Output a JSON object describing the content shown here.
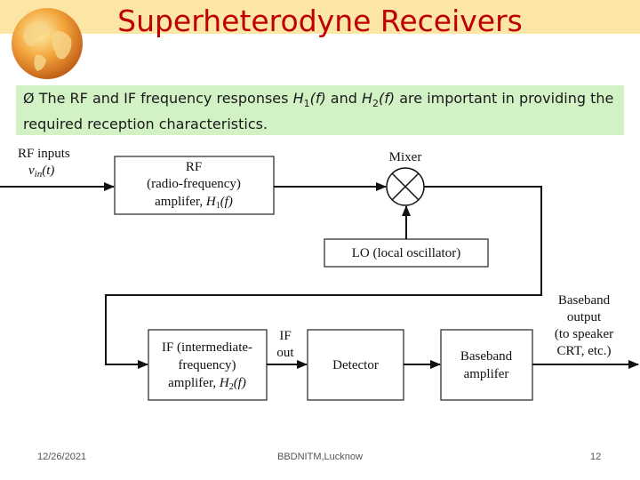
{
  "slide": {
    "title": "Superheterodyne Receivers",
    "bullet": {
      "marker": "Ø",
      "part1": "The RF and IF frequency responses ",
      "h1_main": "H",
      "h1_sub": "1",
      "h1_arg": "(f)",
      "mid": " and ",
      "h2_main": "H",
      "h2_sub": "2",
      "h2_arg": "(f)",
      "part2": " are important in providing the required reception characteristics."
    },
    "colors": {
      "title": "#c00000",
      "banner": "#fbe6a6",
      "bullet_bg": "#d2f2c6"
    }
  },
  "diagram": {
    "rf_inputs_label": "RF inputs",
    "vin_label": "v",
    "vin_sub": "in",
    "vin_arg": "(t)",
    "rf_box": {
      "line1": "RF",
      "line2": "(radio-frequency)",
      "line3_prefix": "amplifer, ",
      "line3_var": "H",
      "line3_sub": "1",
      "line3_arg": "(f)"
    },
    "mixer_label": "Mixer",
    "lo_label": "LO (local oscillator)",
    "baseband_output": [
      "Baseband",
      "output",
      "(to speaker",
      "CRT, etc.)"
    ],
    "if_box": {
      "line1": "IF (intermediate-",
      "line2": "frequency)",
      "line3_prefix": "amplifer, ",
      "line3_var": "H",
      "line3_sub": "2",
      "line3_arg": "(f)"
    },
    "if_out_label": [
      "IF",
      "out"
    ],
    "detector_label": "Detector",
    "baseband_amp": [
      "Baseband",
      "amplifer"
    ]
  },
  "footer": {
    "date": "12/26/2021",
    "center": "BBDNITM,Lucknow",
    "page": "12"
  }
}
